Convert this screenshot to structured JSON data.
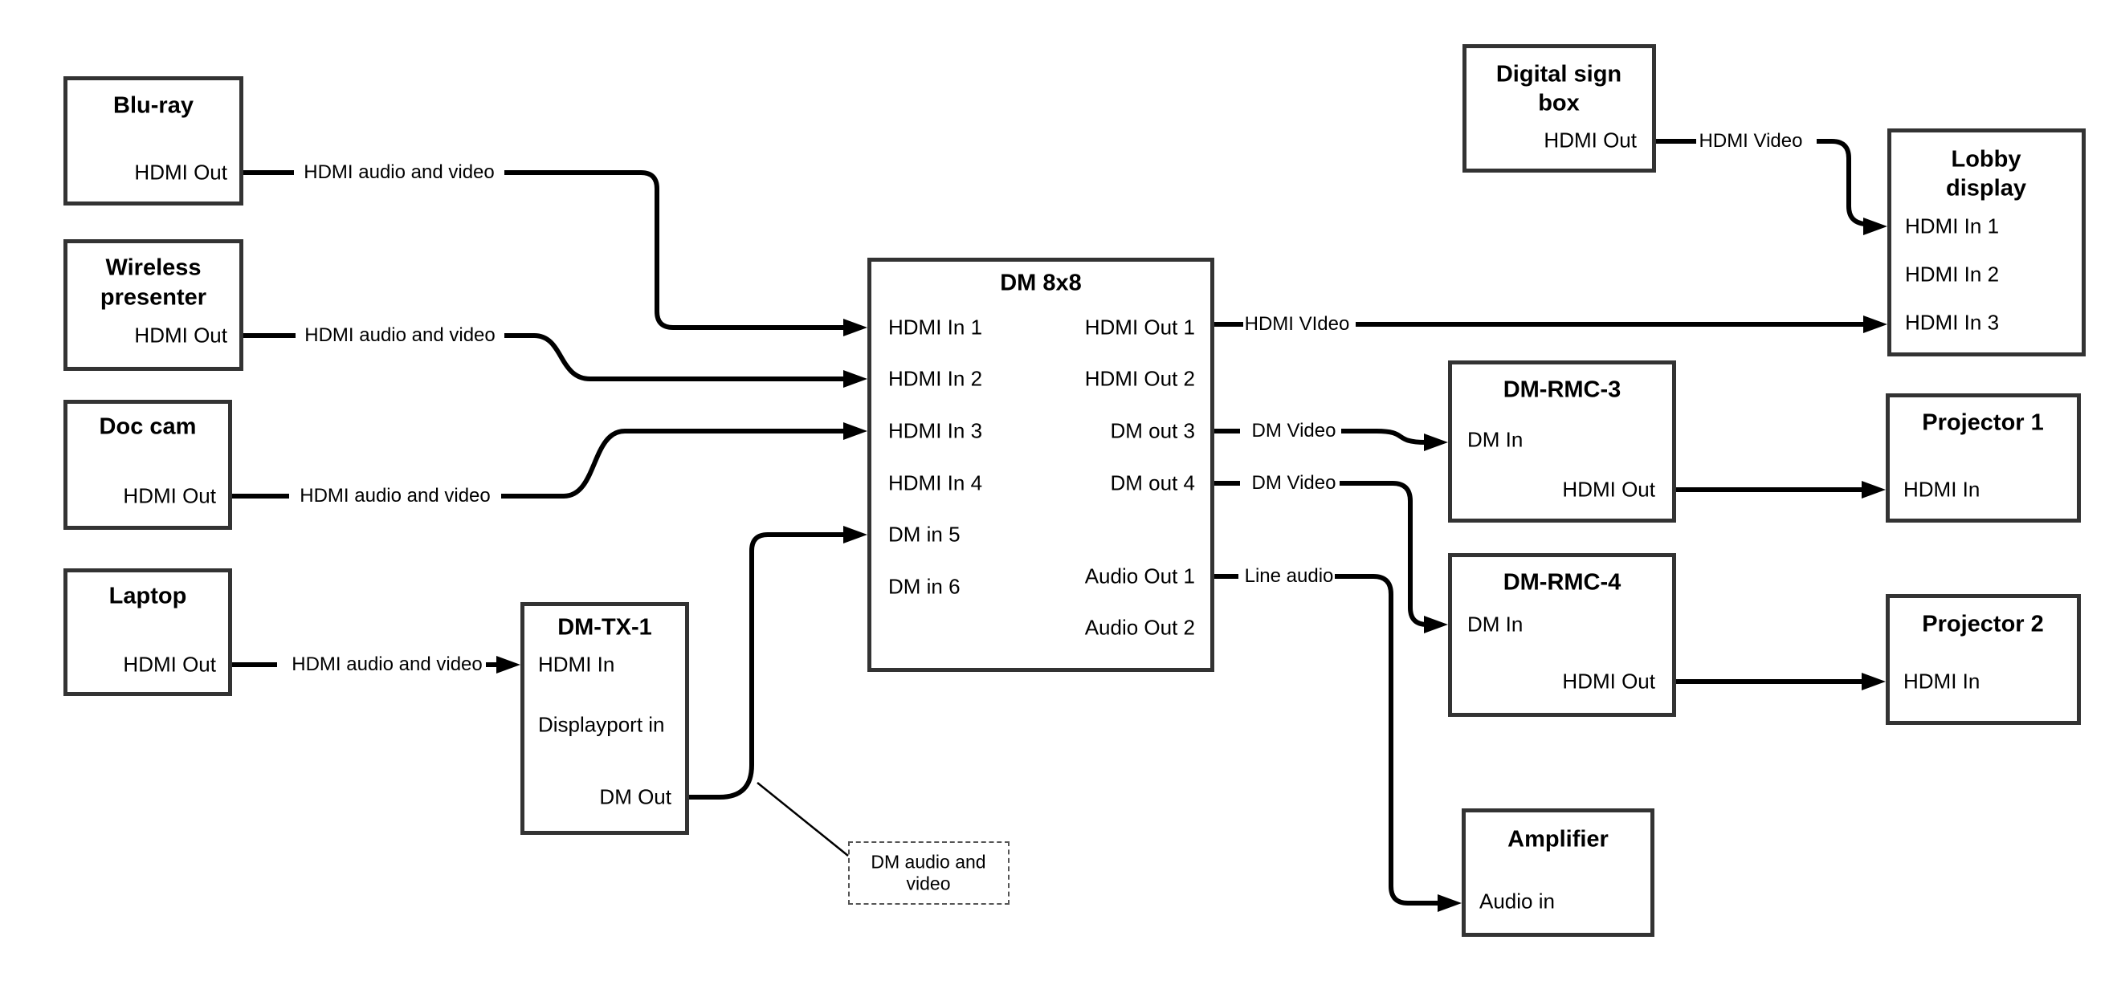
{
  "diagram": {
    "colors": {
      "line": "#000000",
      "box_border": "#333333",
      "background": "#ffffff"
    },
    "nodes": {
      "bluray": {
        "title": "Blu-ray",
        "port": "HDMI Out"
      },
      "wireless": {
        "title_line1": "Wireless",
        "title_line2": "presenter",
        "port": "HDMI Out"
      },
      "doccam": {
        "title": "Doc cam",
        "port": "HDMI Out"
      },
      "laptop": {
        "title": "Laptop",
        "port": "HDMI Out"
      },
      "dmtx1": {
        "title": "DM-TX-1",
        "port_hdmi_in": "HDMI In",
        "port_displayport_in": "Displayport in",
        "port_dm_out": "DM Out"
      },
      "dm8x8": {
        "title": "DM 8x8",
        "inputs": [
          "HDMI In 1",
          "HDMI In 2",
          "HDMI In 3",
          "HDMI In 4",
          "DM in 5",
          "DM in 6"
        ],
        "outputs": [
          "HDMI Out 1",
          "HDMI Out 2",
          "DM out 3",
          "DM out 4",
          "Audio Out 1",
          "Audio Out 2"
        ]
      },
      "digital_sign": {
        "title_line1": "Digital sign",
        "title_line2": "box",
        "port": "HDMI Out"
      },
      "lobby_display": {
        "title_line1": "Lobby",
        "title_line2": "display",
        "inputs": [
          "HDMI In 1",
          "HDMI In 2",
          "HDMI In 3"
        ]
      },
      "dm_rmc_3": {
        "title": "DM-RMC-3",
        "port_dm_in": "DM In",
        "port_hdmi_out": "HDMI Out"
      },
      "projector1": {
        "title": "Projector 1",
        "port": "HDMI In"
      },
      "dm_rmc_4": {
        "title": "DM-RMC-4",
        "port_dm_in": "DM In",
        "port_hdmi_out": "HDMI Out"
      },
      "projector2": {
        "title": "Projector 2",
        "port": "HDMI In"
      },
      "amplifier": {
        "title": "Amplifier",
        "port": "Audio in"
      },
      "note": {
        "line1": "DM audio and",
        "line2": "video"
      }
    },
    "edge_labels": {
      "bluray_to_dm8x8": "HDMI audio and video",
      "wireless_to_dm8x8": "HDMI audio and video",
      "doccam_to_dm8x8": "HDMI audio and video",
      "laptop_to_dmtx1": "HDMI audio and video",
      "hdmi_out1_to_lobby": "HDMI VIdeo",
      "dm_out3_to_rmc3": "DM Video",
      "dm_out4_to_rmc4": "DM Video",
      "audio_out1_to_amp": "Line audio",
      "sign_to_lobby": "HDMI Video"
    }
  }
}
